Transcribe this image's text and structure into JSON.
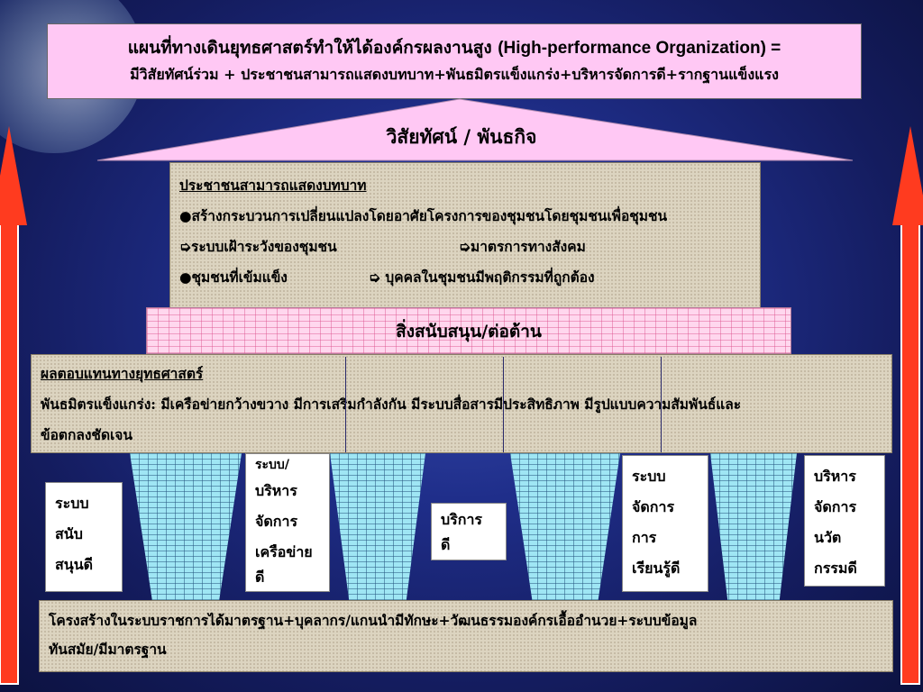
{
  "title": {
    "line1_th": "แผนที่ทางเดินยุทธศาสตร์ทำให้ได้องค์กรผลงานสูง",
    "line1_en": "(High-performance Organization) =",
    "line2": "มีวิสัยทัศน์ร่วม + ประชาชนสามารถแสดงบทบาท+พันธมิตรแข็งแกร่ง+บริหารจัดการดี+รากฐานแข็งแรง"
  },
  "roof": {
    "label": "วิสัยทัศน์ / พันธกิจ"
  },
  "vision": {
    "heading": "ประชาชนสามารถแสดงบทบาท",
    "bullet1": "●สร้างกระบวนการเปลี่ยนแปลงโดยอาศัยโครงการของชุมชนโดยชุมชนเพื่อชุมชน",
    "sub1": "ระบบเฝ้าระวังของชุมชน",
    "sub2": "มาตรการทางสังคม",
    "bullet2": "●ชุมชนที่เข้มแข็ง",
    "sub3": "บุคคลในชุมชนมีพฤติกรรมที่ถูกต้อง",
    "arrow_glyph": "➭"
  },
  "support_band": {
    "label": "สิ่งสนับสนุน/ต่อต้าน"
  },
  "strategy": {
    "heading": "ผลตอบแทนทางยุทธศาสตร์",
    "line1": "พันธมิตรแข็งแกร่ง:  มีเครือข่ายกว้างขวาง   มีการเสริมกำลังกัน   มีระบบสื่อสารมีประสิทธิภาพ   มีรูปแบบความสัมพันธ์และ",
    "line2": "ข้อตกลงชัดเจน"
  },
  "pillars": [
    [
      "ระบบ",
      "สนับ",
      "สนุนดี"
    ],
    [
      "ระบบ/",
      "บริหาร",
      "จัดการ",
      "เครือข่าย",
      "ดี"
    ],
    [
      "บริการ",
      "ดี"
    ],
    [
      "ระบบ",
      "จัดการ",
      "การ",
      "เรียนรู้ดี"
    ],
    [
      "บริหาร",
      "จัดการ",
      "นวัต",
      "กรรมดี"
    ]
  ],
  "foundation": {
    "line1": "โครงสร้างในระบบราชการได้มาตรฐาน+บุคลากร/แกนนำมีทักษะ+วัฒนธรรมองค์กรเอื้ออำนวย+ระบบข้อมูล",
    "line2": "ทันสมัย/มีมาตรฐาน"
  },
  "colors": {
    "title_bg": "#ffc8f4",
    "arrow": "#ff3b1f",
    "beige": "#dcd4c0",
    "pink_band": "#ffd7ee",
    "funnel": "#9fe6f4"
  }
}
